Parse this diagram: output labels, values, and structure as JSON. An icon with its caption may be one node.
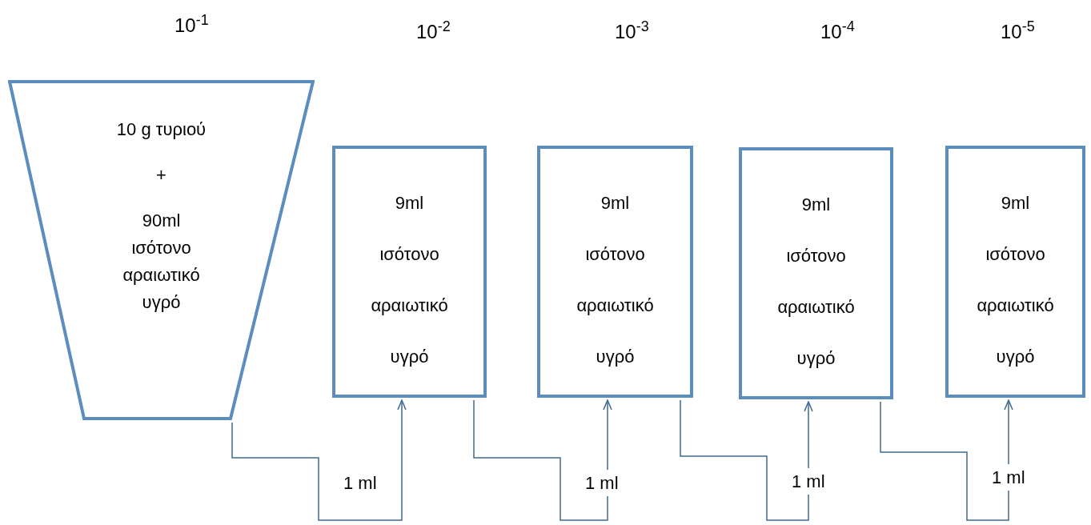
{
  "diagram": {
    "nodes": [
      {
        "text": [
          "10 g τυριού",
          "+",
          "90ml ισότονο αραιωτικό υγρό"
        ]
      },
      {
        "text": [
          "9ml ισότονο αραιωτικό υγρό"
        ]
      },
      {
        "text": [
          "9ml ισότονο αραιωτικό υγρό"
        ]
      },
      {
        "text": [
          "9ml ισότονο αραιωτικό υγρό"
        ]
      },
      {
        "text": [
          "9ml ισότονο αραιωτικό υγρό"
        ]
      }
    ],
    "edges": [
      {
        "from": 0,
        "to": 1,
        "arrow": "to",
        "label": "1 ml"
      },
      {
        "from": 1,
        "to": 2,
        "arrow": "to",
        "label": "1 ml"
      },
      {
        "from": 2,
        "to": 3,
        "arrow": "to",
        "label": "1 ml"
      },
      {
        "from": 3,
        "to": 4,
        "arrow": "to",
        "label": "1 ml"
      }
    ],
    "labels": [
      "10$^{-1}$",
      "10$^{-2}$",
      "10$^{-3}$",
      "10$^{-4}$",
      "10$^{-5}$"
    ]
  }
}
